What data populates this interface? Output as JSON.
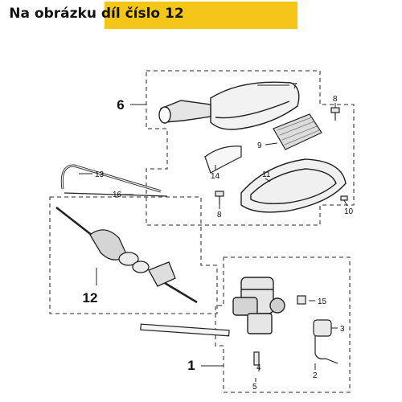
{
  "banner": {
    "text": "Na obrázku díl číslo 12",
    "color": "#f5c518"
  },
  "diagram": {
    "group_labels": [
      "6",
      "12",
      "1"
    ],
    "part_numbers": [
      "7",
      "8",
      "9",
      "14",
      "11",
      "10",
      "8",
      "13",
      "16",
      "15",
      "3",
      "4",
      "5",
      "2"
    ]
  }
}
